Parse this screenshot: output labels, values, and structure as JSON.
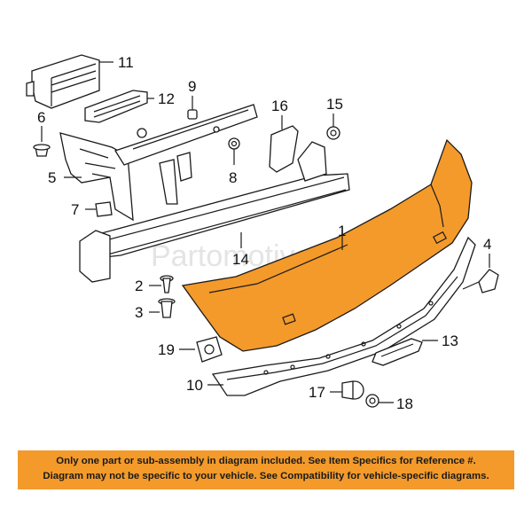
{
  "callouts": {
    "n1": "1",
    "n2": "2",
    "n3": "3",
    "n4": "4",
    "n5": "5",
    "n6": "6",
    "n7": "7",
    "n8": "8",
    "n9": "9",
    "n10": "10",
    "n11": "11",
    "n12": "12",
    "n13": "13",
    "n14": "14",
    "n15": "15",
    "n16": "16",
    "n17": "17",
    "n18": "18",
    "n19": "19"
  },
  "watermark": "Partomotive.com",
  "banner": {
    "line1": "Only one part or sub-assembly in diagram included. See Item Specifics for Reference #.",
    "line2": "Diagram may not be specific to your vehicle. See Compatibility for vehicle-specific diagrams."
  },
  "colors": {
    "highlight_part": "#f39a2b",
    "banner_background": "#f39a2b"
  }
}
